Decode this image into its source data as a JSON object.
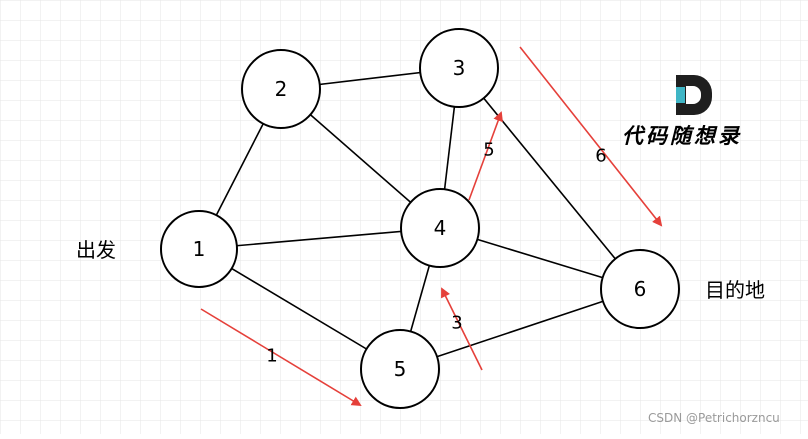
{
  "diagram": {
    "start_label": "出发",
    "end_label": "目的地",
    "nodes": [
      {
        "id": "1",
        "label": "1"
      },
      {
        "id": "2",
        "label": "2"
      },
      {
        "id": "3",
        "label": "3"
      },
      {
        "id": "4",
        "label": "4"
      },
      {
        "id": "5",
        "label": "5"
      },
      {
        "id": "6",
        "label": "6"
      }
    ],
    "edges": [
      [
        "1",
        "2"
      ],
      [
        "1",
        "4"
      ],
      [
        "1",
        "5"
      ],
      [
        "2",
        "3"
      ],
      [
        "2",
        "4"
      ],
      [
        "3",
        "4"
      ],
      [
        "3",
        "6"
      ],
      [
        "4",
        "5"
      ],
      [
        "4",
        "6"
      ],
      [
        "5",
        "6"
      ]
    ],
    "path_steps": [
      {
        "from": "1",
        "to": "5",
        "weight": "1"
      },
      {
        "from": "5",
        "to": "4",
        "weight": "3"
      },
      {
        "from": "4",
        "to": "3",
        "weight": "5"
      },
      {
        "from": "3",
        "to": "6",
        "weight": "6"
      }
    ],
    "highlight_color": "#e5403a"
  },
  "brand": {
    "logo_letter": "D",
    "name": "代码随想录",
    "colors": {
      "dark": "#1f1f1f",
      "accent": "#3fb6c6"
    }
  },
  "watermark": "CSDN @Petrichorzncu"
}
